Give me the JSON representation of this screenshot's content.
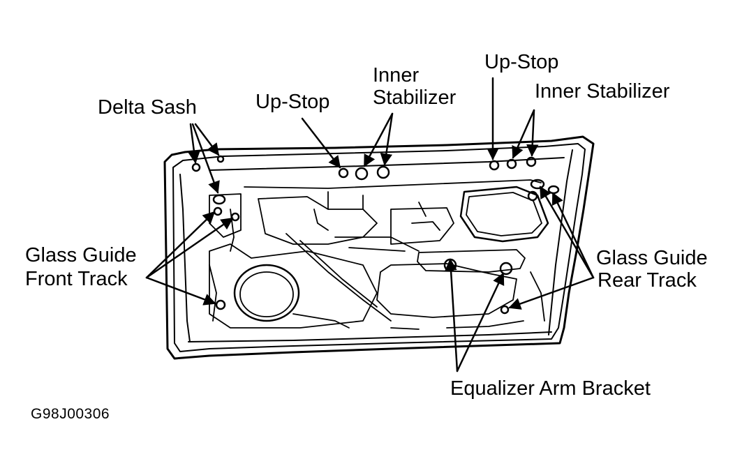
{
  "labels": {
    "delta_sash": "Delta Sash",
    "up_stop_left": "Up-Stop",
    "inner_stabilizer_left_line1": "Inner",
    "inner_stabilizer_left_line2": "Stabilizer",
    "up_stop_right": "Up-Stop",
    "inner_stabilizer_right": "Inner Stabilizer",
    "glass_guide_front_line1": "Glass Guide",
    "glass_guide_front_line2": "Front Track",
    "glass_guide_rear_line1": "Glass Guide",
    "glass_guide_rear_line2": "Rear Track",
    "equalizer_arm_bracket": "Equalizer Arm Bracket"
  },
  "figure_code": "G98J00306",
  "colors": {
    "line": "#000000",
    "background": "#ffffff"
  }
}
